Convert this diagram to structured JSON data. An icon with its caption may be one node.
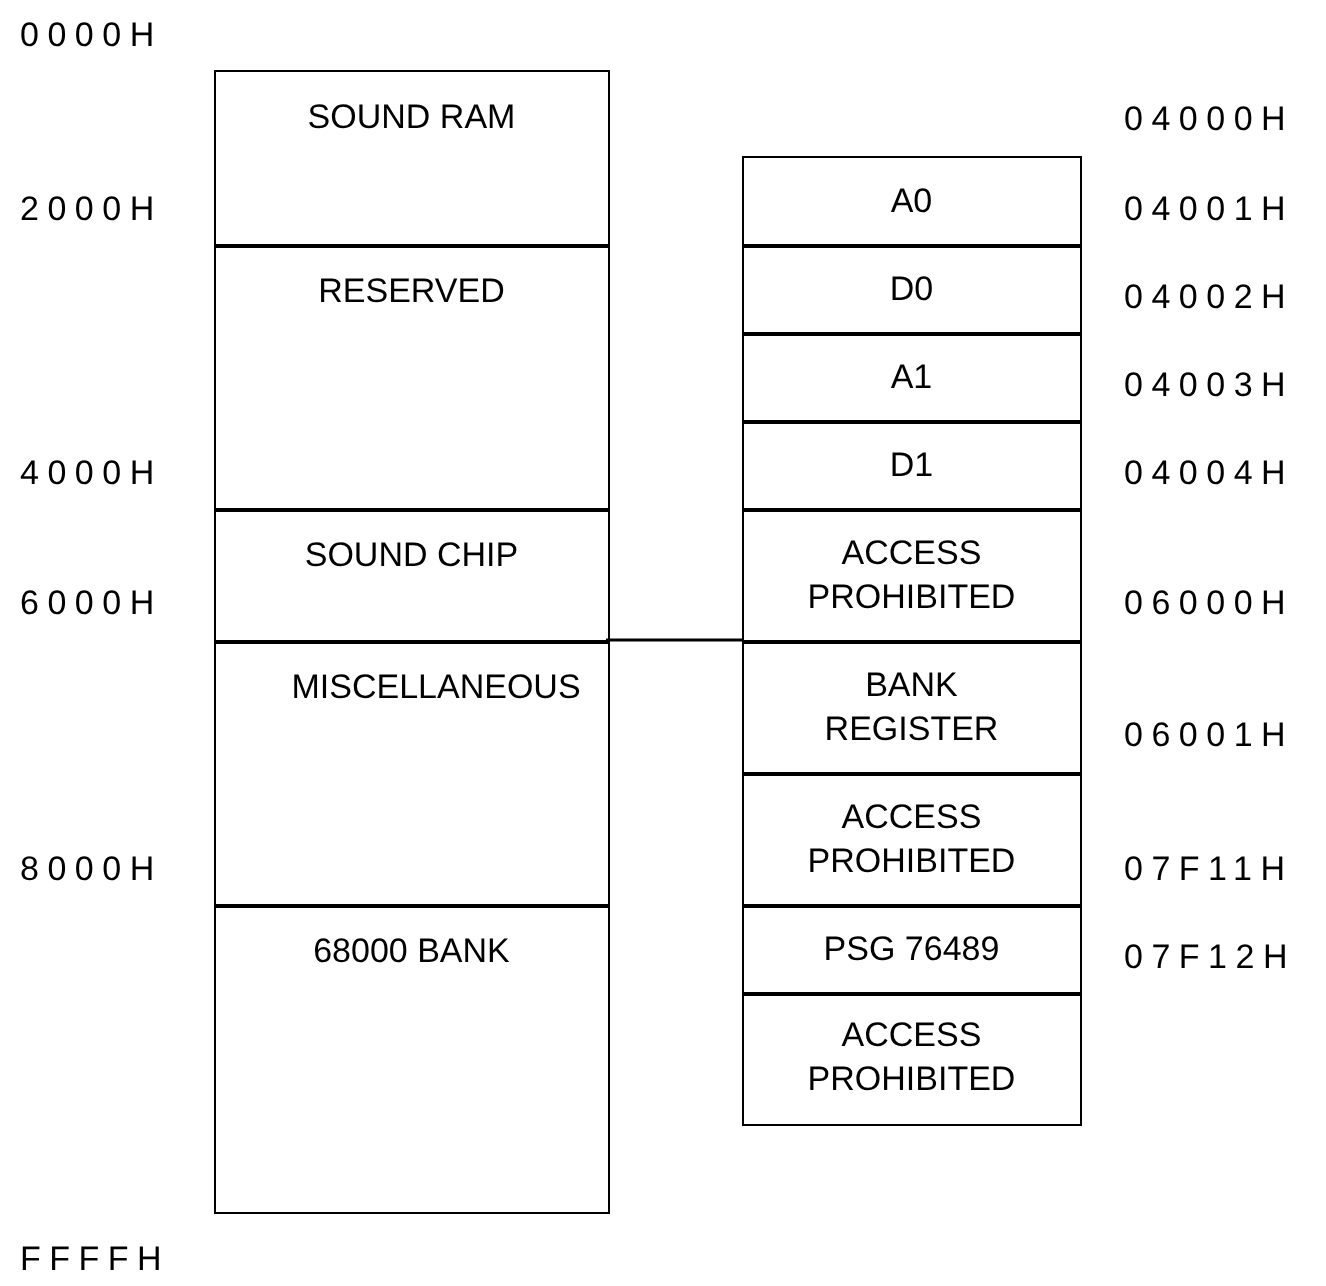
{
  "diagram": {
    "nodes": [
      {
        "text": [
          "SOUND RAM"
        ]
      },
      {
        "text": [
          "RESERVED"
        ]
      },
      {
        "text": [
          "SOUND CHIP"
        ]
      },
      {
        "text": [
          "MISCELLANEOUS"
        ]
      },
      {
        "text": [
          "68000 BANK"
        ]
      },
      {
        "text": [
          "A0"
        ]
      },
      {
        "text": [
          "D0"
        ]
      },
      {
        "text": [
          "A1"
        ]
      },
      {
        "text": [
          "D1"
        ]
      },
      {
        "text": [
          "ACCESS PROHIBITED"
        ]
      },
      {
        "text": [
          "BANK REGISTER"
        ]
      },
      {
        "text": [
          "ACCESS PROHIBITED"
        ]
      },
      {
        "text": [
          "PSG 76489"
        ]
      },
      {
        "text": [
          "ACCESS PROHIBITED"
        ]
      }
    ],
    "edges": [
      {
        "from": 3,
        "to": 10,
        "arrow": "none"
      }
    ],
    "labels": [
      "0000H",
      "2000H",
      "4000H",
      "6000H",
      "8000H",
      "FFFFH",
      "04000H",
      "04001H",
      "04002H",
      "04003H",
      "04004H",
      "06000H",
      "06001H",
      "07F11H",
      "07F12H"
    ]
  }
}
